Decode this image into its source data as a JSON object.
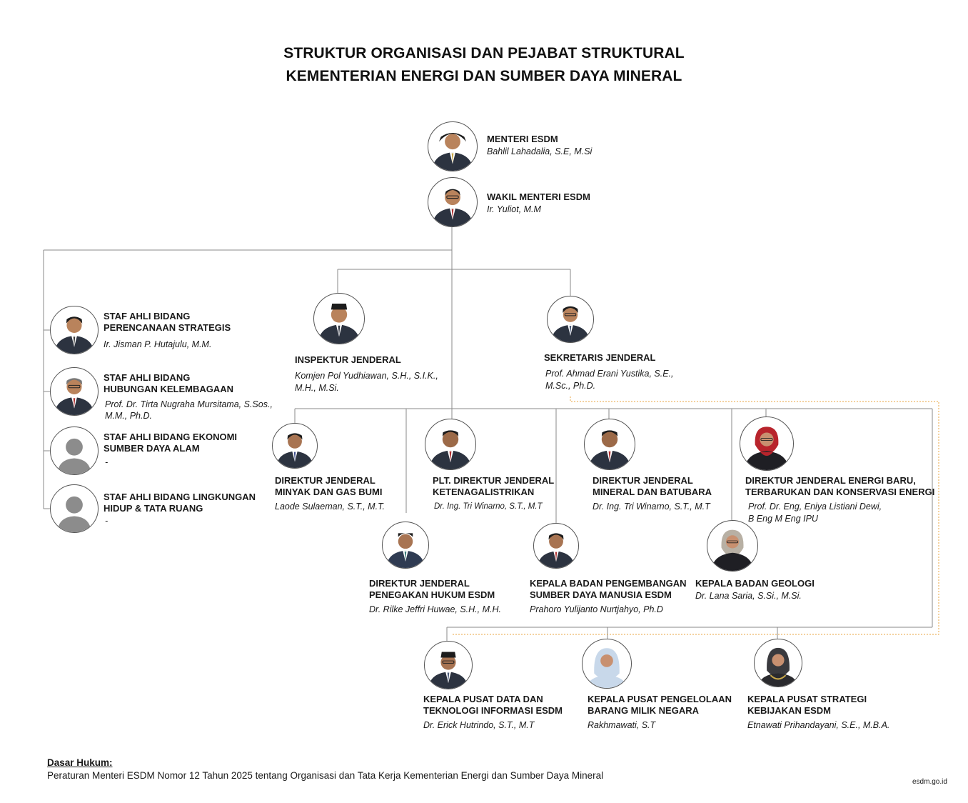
{
  "title": {
    "line1": "STRUKTUR ORGANISASI DAN PEJABAT STRUKTURAL",
    "line2": "KEMENTERIAN ENERGI DAN SUMBER DAYA MINERAL"
  },
  "menteri": {
    "role": "MENTERI ESDM",
    "name": "Bahlil Lahadalia, S.E, M.Si"
  },
  "wamen": {
    "role": "WAKIL MENTERI ESDM",
    "name": "Ir. Yuliot, M.M"
  },
  "staf_ahli": [
    {
      "role1": "STAF AHLI BIDANG",
      "role2": "PERENCANAAN STRATEGIS",
      "name1": "Ir. Jisman P. Hutajulu, M.M.",
      "name2": ""
    },
    {
      "role1": "STAF AHLI BIDANG",
      "role2": "HUBUNGAN KELEMBAGAAN",
      "name1": "Prof. Dr. Tirta Nugraha Mursitama, S.Sos.,",
      "name2": "M.M., Ph.D."
    },
    {
      "role1": "STAF AHLI BIDANG EKONOMI",
      "role2": "SUMBER DAYA ALAM",
      "name1": "-",
      "name2": ""
    },
    {
      "role1": "STAF AHLI BIDANG LINGKUNGAN",
      "role2": "HIDUP & TATA RUANG",
      "name1": "-",
      "name2": ""
    }
  ],
  "irjen": {
    "role": "INSPEKTUR JENDERAL",
    "name1": "Komjen Pol Yudhiawan, S.H., S.I.K.,",
    "name2": "M.H., M.Si."
  },
  "sekjen": {
    "role": "SEKRETARIS JENDERAL",
    "name1": "Prof. Ahmad Erani Yustika, S.E.,",
    "name2": "M.Sc., Ph.D."
  },
  "dirjen": [
    {
      "role1": "DIREKTUR JENDERAL",
      "role2": "MINYAK DAN GAS BUMI",
      "name1": "Laode Sulaeman, S.T., M.T.",
      "name2": ""
    },
    {
      "role1": "PLT. DIREKTUR JENDERAL",
      "role2": "KETENAGALISTRIKAN",
      "name1": "Dr. Ing. Tri Winarno, S.T., M.T",
      "name2": ""
    },
    {
      "role1": "DIREKTUR JENDERAL",
      "role2": "MINERAL DAN BATUBARA",
      "name1": "Dr. Ing. Tri Winarno, S.T., M.T",
      "name2": ""
    },
    {
      "role1": "DIREKTUR JENDERAL ENERGI BARU,",
      "role2": "TERBARUKAN DAN KONSERVASI ENERGI",
      "name1": "Prof. Dr. Eng, Eniya Listiani Dewi,",
      "name2": "B Eng M Eng IPU"
    }
  ],
  "badan": [
    {
      "role1": "DIREKTUR JENDERAL",
      "role2": "PENEGAKAN HUKUM ESDM",
      "name": "Dr. Rilke Jeffri Huwae, S.H., M.H."
    },
    {
      "role1": "KEPALA BADAN PENGEMBANGAN",
      "role2": "SUMBER DAYA MANUSIA ESDM",
      "name": "Prahoro Yulijanto Nurtjahyo, Ph.D"
    },
    {
      "role1": "KEPALA BADAN GEOLOGI",
      "role2": "",
      "name": "Dr. Lana Saria, S.Si., M.Si."
    }
  ],
  "pusat": [
    {
      "role1": "KEPALA PUSAT DATA DAN",
      "role2": "TEKNOLOGI INFORMASI ESDM",
      "name": "Dr. Erick Hutrindo, S.T., M.T"
    },
    {
      "role1": "KEPALA PUSAT PENGELOLAAN",
      "role2": "BARANG MILIK NEGARA",
      "name": "Rakhmawati, S.T"
    },
    {
      "role1": "KEPALA PUSAT STRATEGI",
      "role2": "KEBIJAKAN ESDM",
      "name": "Etnawati Prihandayani, S.E., M.B.A."
    }
  ],
  "legal": {
    "heading": "Dasar Hukum:",
    "text": "Peraturan Menteri ESDM Nomor 12 Tahun 2025 tentang Organisasi dan Tata Kerja Kementerian Energi dan Sumber Daya Mineral"
  },
  "website": "esdm.go.id",
  "colors": {
    "line": "#8a8a8a",
    "dotted": "#e8a640",
    "suit": "#2c3340",
    "skin": "#b9835c",
    "placeholder": "#8c8c8c"
  }
}
